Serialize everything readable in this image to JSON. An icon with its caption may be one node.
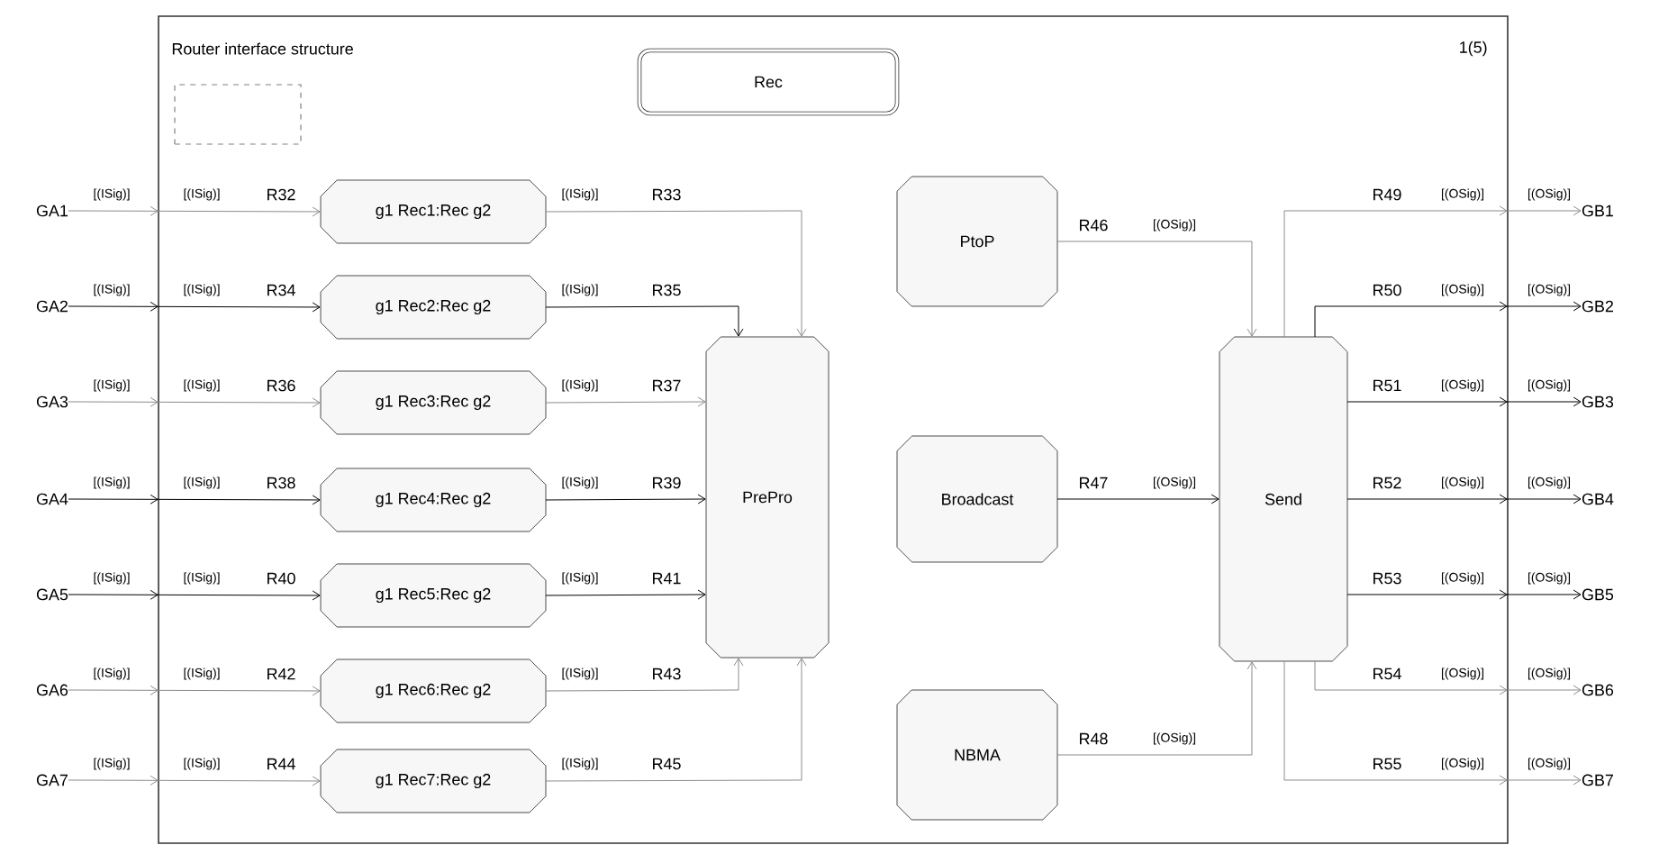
{
  "diagram": {
    "nodes": [
      {
        "text": [
          "Router interface structure",
          "1(5)"
        ]
      },
      {
        "text": [],
        "shape": "box",
        "in": 0
      },
      {
        "text": [
          "Rec"
        ],
        "in": 0
      },
      {
        "text": [
          "GA1"
        ]
      },
      {
        "text": [
          "GA2"
        ]
      },
      {
        "text": [
          "GA3"
        ]
      },
      {
        "text": [
          "GA4"
        ]
      },
      {
        "text": [
          "GA5"
        ]
      },
      {
        "text": [
          "GA6"
        ]
      },
      {
        "text": [
          "GA7"
        ]
      },
      {
        "text": [
          "g1 Rec1:Rec g2"
        ],
        "in": 0
      },
      {
        "text": [
          "g1 Rec2:Rec g2"
        ],
        "in": 0
      },
      {
        "text": [
          "g1 Rec3:Rec g2"
        ],
        "in": 0
      },
      {
        "text": [
          "g1 Rec4:Rec g2"
        ],
        "in": 0
      },
      {
        "text": [
          "g1 Rec5:Rec g2"
        ],
        "in": 0
      },
      {
        "text": [
          "g1 Rec6:Rec g2"
        ],
        "in": 0
      },
      {
        "text": [
          "g1 Rec7:Rec g2"
        ],
        "in": 0
      },
      {
        "text": [
          "PrePro"
        ],
        "in": 0
      },
      {
        "text": [
          "PtoP"
        ],
        "in": 0
      },
      {
        "text": [
          "Broadcast"
        ],
        "in": 0
      },
      {
        "text": [
          "NBMA"
        ],
        "in": 0
      },
      {
        "text": [
          "Send"
        ],
        "in": 0
      },
      {
        "text": [
          "GB1"
        ]
      },
      {
        "text": [
          "GB2"
        ]
      },
      {
        "text": [
          "GB3"
        ]
      },
      {
        "text": [
          "GB4"
        ]
      },
      {
        "text": [
          "GB5"
        ]
      },
      {
        "text": [
          "GB6"
        ]
      },
      {
        "text": [
          "GB7"
        ]
      }
    ],
    "edges": [
      {
        "from": 3,
        "to": 10,
        "arrow": "to",
        "label": "R32"
      },
      {
        "from": 4,
        "to": 11,
        "arrow": "to",
        "label": "R34",
        "color": "#000000"
      },
      {
        "from": 5,
        "to": 12,
        "arrow": "to",
        "label": "R36"
      },
      {
        "from": 6,
        "to": 13,
        "arrow": "to",
        "label": "R38",
        "color": "#000000"
      },
      {
        "from": 7,
        "to": 14,
        "arrow": "to",
        "label": "R40",
        "color": "#000000"
      },
      {
        "from": 8,
        "to": 15,
        "arrow": "to",
        "label": "R42"
      },
      {
        "from": 9,
        "to": 16,
        "arrow": "to",
        "label": "R44"
      },
      {
        "from": 10,
        "to": 17,
        "arrow": "to",
        "label": "R33"
      },
      {
        "from": 11,
        "to": 17,
        "arrow": "to",
        "label": "R35",
        "color": "#000000"
      },
      {
        "from": 12,
        "to": 17,
        "arrow": "to",
        "label": "R37"
      },
      {
        "from": 13,
        "to": 17,
        "arrow": "to",
        "label": "R39",
        "color": "#000000"
      },
      {
        "from": 14,
        "to": 17,
        "arrow": "to",
        "label": "R41",
        "color": "#000000"
      },
      {
        "from": 15,
        "to": 17,
        "arrow": "to",
        "label": "R43"
      },
      {
        "from": 16,
        "to": 17,
        "arrow": "to",
        "label": "R45"
      },
      {
        "from": 18,
        "to": 21,
        "arrow": "to",
        "label": "R46"
      },
      {
        "from": 19,
        "to": 21,
        "arrow": "to",
        "label": "R47",
        "color": "#000000"
      },
      {
        "from": 20,
        "to": 21,
        "arrow": "to",
        "label": "R48"
      },
      {
        "from": 21,
        "to": 22,
        "arrow": "to",
        "label": "R49"
      },
      {
        "from": 21,
        "to": 23,
        "arrow": "to",
        "label": "R50",
        "color": "#000000"
      },
      {
        "from": 21,
        "to": 24,
        "arrow": "to",
        "label": "R51",
        "color": "#000000"
      },
      {
        "from": 21,
        "to": 25,
        "arrow": "to",
        "label": "R52",
        "color": "#000000"
      },
      {
        "from": 21,
        "to": 26,
        "arrow": "to",
        "label": "R53",
        "color": "#000000"
      },
      {
        "from": 21,
        "to": 27,
        "arrow": "to",
        "label": "R54"
      },
      {
        "from": 21,
        "to": 28,
        "arrow": "to",
        "label": "R55"
      }
    ],
    "labels": [
      "[(ISig)]",
      "[(ISig)]",
      "[(ISig)]",
      "[(ISig)]",
      "[(ISig)]",
      "[(ISig)]",
      "[(ISig)]",
      "[(ISig)]",
      "[(ISig)]",
      "[(ISig)]",
      "[(ISig)]",
      "[(ISig)]",
      "[(ISig)]",
      "[(ISig)]",
      "[(ISig)]",
      "[(ISig)]",
      "[(ISig)]",
      "[(ISig)]",
      "[(ISig)]",
      "[(ISig)]",
      "[(ISig)]",
      "[(OSig)]",
      "[(OSig)]",
      "[(OSig)]",
      "[(OSig)]",
      "[(OSig)]",
      "[(OSig)]",
      "[(OSig)]",
      "[(OSig)]",
      "[(OSig)]",
      "[(OSig)]",
      "[(OSig)]",
      "[(OSig)]",
      "[(OSig)]",
      "[(OSig)]",
      "[(OSig)]",
      "[(OSig)]",
      "[(OSig)]"
    ]
  }
}
